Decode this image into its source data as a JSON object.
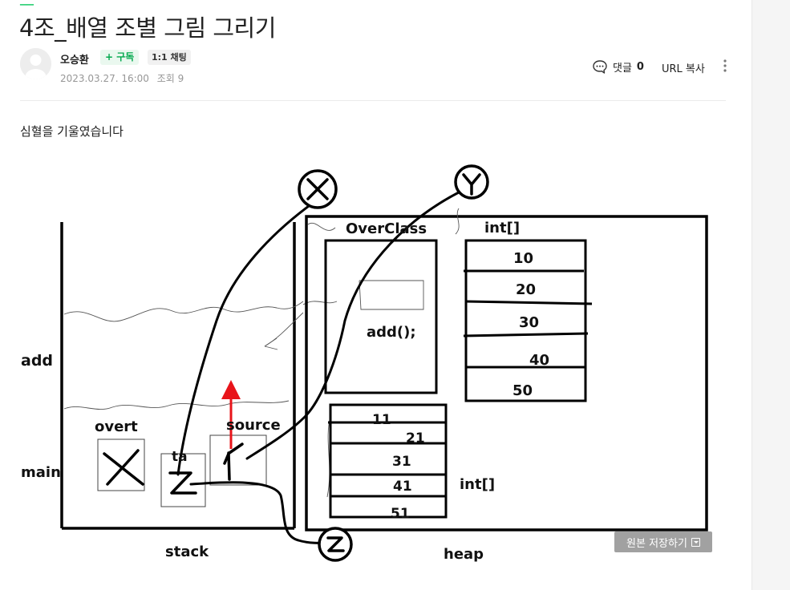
{
  "post": {
    "title": "4조_배열 조별 그림 그리기",
    "author": "오승환",
    "subscribe_label": "+ 구독",
    "chat_label": "1:1 채팅",
    "date": "2023.03.27. 16:00",
    "views_label": "조회 9",
    "comment_label": "댓글",
    "comment_count": "0",
    "url_copy_label": "URL 복사",
    "body_text": "심혈을 기울였습니다",
    "save_original_label": "원본 저장하기"
  },
  "drawing": {
    "labels": {
      "add": "add",
      "main": "main",
      "stack": "stack",
      "heap": "heap",
      "overt": "overt",
      "ta": "ta",
      "source": "source",
      "overclass": "OverClass",
      "add_method": "add();",
      "int_top": "int[]",
      "int_bottom": "int[]"
    },
    "array_top": [
      "10",
      "20",
      "30",
      "40",
      "50"
    ],
    "array_bottom": [
      "11",
      "21",
      "31",
      "41",
      "51"
    ]
  },
  "icons": {
    "comment": "speech-bubble-icon",
    "more": "vertical-ellipsis-icon",
    "avatar": "default-avatar-icon",
    "dropdown": "dropdown-arrow-icon"
  },
  "colors": {
    "accent_green": "#03c75a",
    "arrow_red": "#e8141a",
    "text": "#222222",
    "meta_gray": "#979797"
  }
}
